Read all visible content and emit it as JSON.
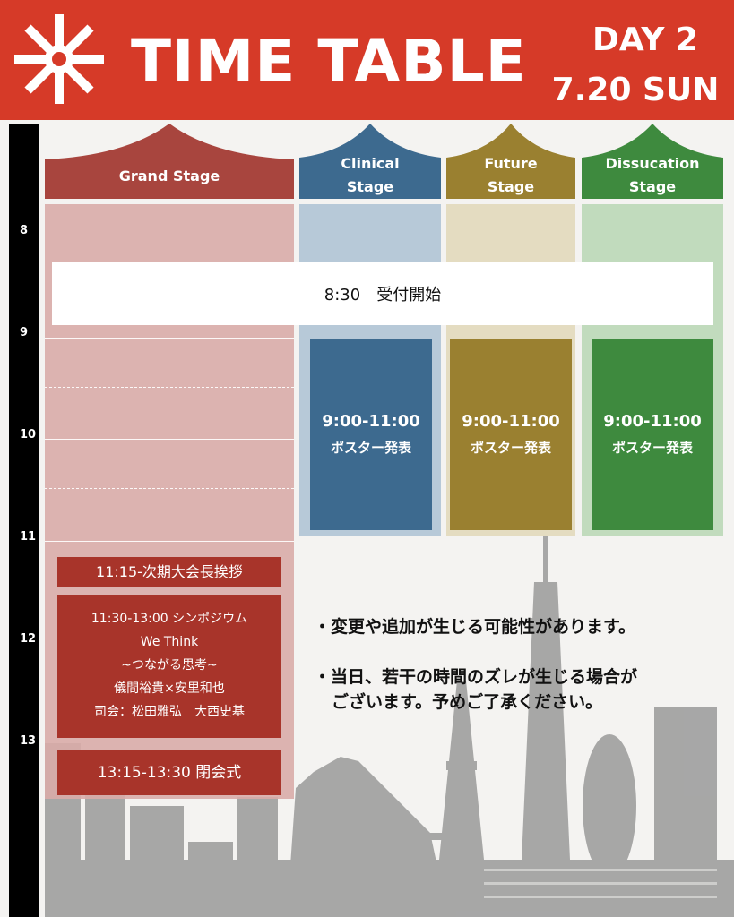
{
  "header": {
    "title": "TIME TABLE",
    "day": "DAY 2",
    "date": "7.20 SUN"
  },
  "colors": {
    "header_red": "#d63a28",
    "grand": "#a8453e",
    "clinical": "#3d6a8f",
    "future": "#9a8030",
    "discussion": "#3e8a3e"
  },
  "time_ticks": [
    "8",
    "9",
    "10",
    "11",
    "12",
    "13"
  ],
  "stages": {
    "grand": "Grand Stage",
    "clinical": [
      "Clinical",
      "Stage"
    ],
    "future": [
      "Future",
      "Stage"
    ],
    "discussion": [
      "Dissucation",
      "Stage"
    ]
  },
  "reception": "8:30　受付開始",
  "poster": {
    "time": "9:00-11:00",
    "label": "ポスター発表"
  },
  "grand_events": {
    "greeting": "11:15-次期大会長挨拶",
    "symposium": {
      "time_title": "11:30-13:00 シンポジウム",
      "title_en": "We Think",
      "subtitle": "~つながる思考~",
      "speakers": "儀間裕貴×安里和也",
      "moderators": "司会：松田雅弘　大西史基"
    },
    "closing": "13:15-13:30 閉会式"
  },
  "notes": {
    "line1": "・変更や追加が生じる可能性があります。",
    "line2a": "・当日、若干の時間のズレが生じる場合が",
    "line2b": "ございます。予めご了承ください。"
  }
}
